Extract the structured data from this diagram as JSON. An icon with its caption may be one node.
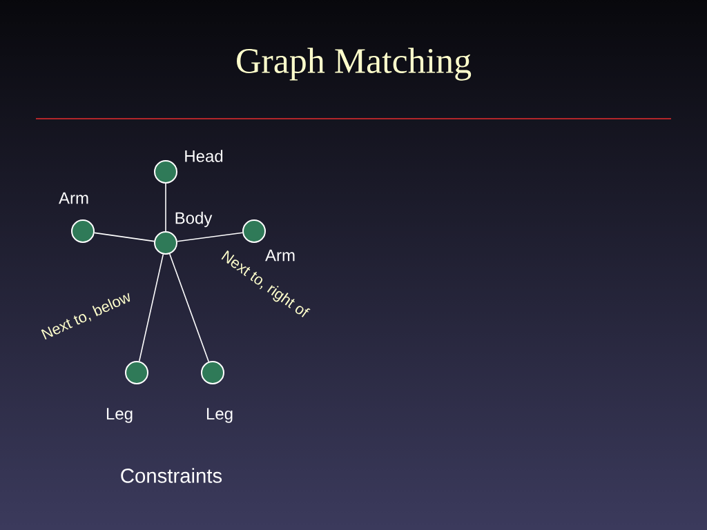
{
  "diagram": {
    "title": "Graph Matching",
    "nodes": [
      {
        "text": [],
        "shape": "circle",
        "beside": [
          "Head"
        ]
      },
      {
        "text": [],
        "shape": "circle",
        "beside": [
          "Arm"
        ]
      },
      {
        "text": [],
        "shape": "circle",
        "beside": [
          "Body"
        ]
      },
      {
        "text": [],
        "shape": "circle",
        "beside": [
          "Arm"
        ]
      },
      {
        "text": [],
        "shape": "circle",
        "beside": [
          "Leg"
        ]
      },
      {
        "text": [],
        "shape": "circle",
        "beside": [
          "Leg"
        ]
      }
    ],
    "edges": [
      {
        "from": 0,
        "to": 2,
        "arrow": "none"
      },
      {
        "from": 1,
        "to": 2,
        "arrow": "none"
      },
      {
        "from": 2,
        "to": 3,
        "arrow": "none"
      },
      {
        "from": 2,
        "to": 4,
        "arrow": "none"
      },
      {
        "from": 2,
        "to": 5,
        "arrow": "none"
      }
    ],
    "labels": [
      "Next to, below",
      "Next to, right of",
      "Constraints"
    ]
  }
}
